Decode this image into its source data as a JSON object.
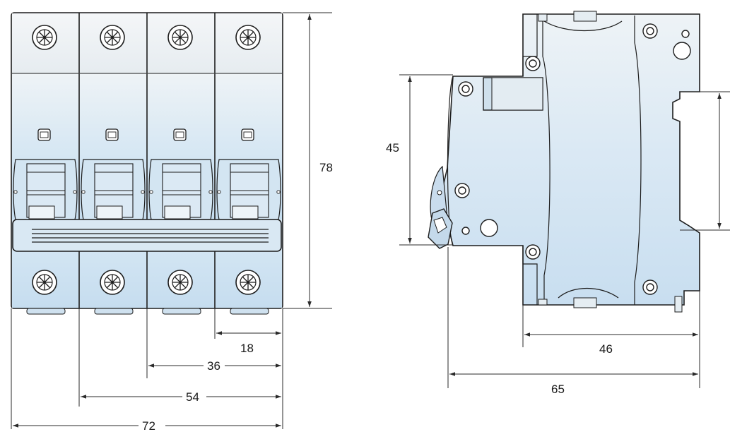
{
  "front_view": {
    "poles": 4,
    "dimensions": {
      "height": "78",
      "width_1": "18",
      "width_2": "36",
      "width_3": "54",
      "width_4": "72"
    }
  },
  "side_view": {
    "dimensions": {
      "rail_height": "45",
      "depth_body": "46",
      "depth_total": "65"
    }
  },
  "colors": {
    "outline": "#1d1d1d",
    "top_light": "#eef3f6",
    "body_blue": "#d8e9f4",
    "body_blue_dark": "#c7def0",
    "dimension": "#2a2a2a"
  }
}
